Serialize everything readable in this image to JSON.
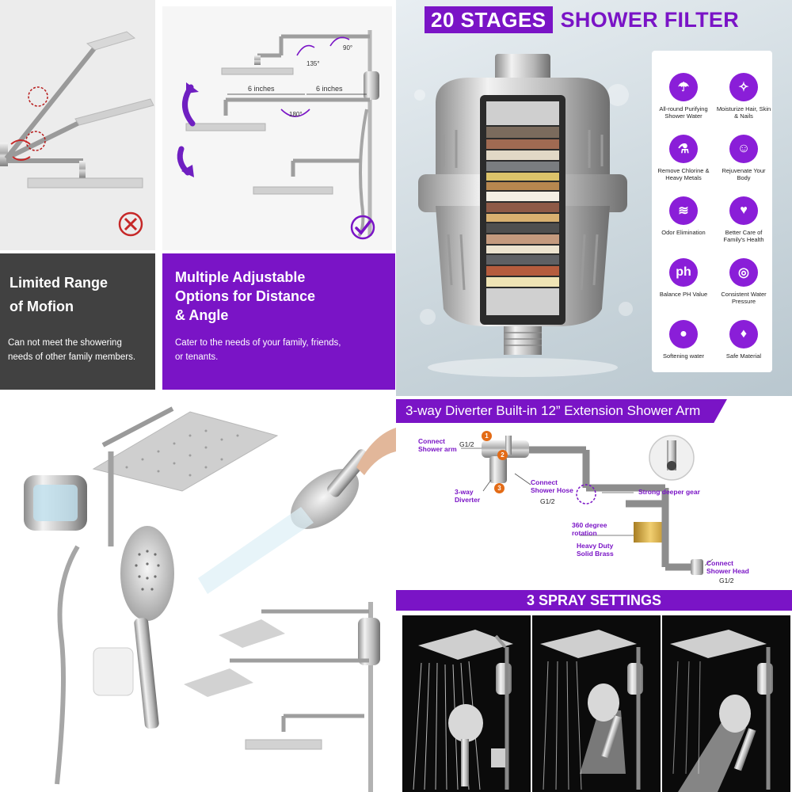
{
  "colors": {
    "accent": "#7a14c6",
    "dark_panel": "#414141",
    "error": "#c62828",
    "brass": "#c9a23a"
  },
  "comparison": {
    "limited": {
      "title_line1": "Limited Range",
      "title_line2": "of Mofion",
      "desc_line1": "Can not meet the showering",
      "desc_line2": "needs of other family members.",
      "status_icon": "x-circle-icon"
    },
    "multi": {
      "title_line1": "Multiple Adjustable",
      "title_line2": "Options for Distance",
      "title_line3": "& Angle",
      "desc_line1": "Cater to the needs of your family, friends,",
      "desc_line2": "or tenants.",
      "status_icon": "check-circle-icon",
      "dim_a": "6 inches",
      "dim_b": "6 inches",
      "angle_a": "135°",
      "angle_b": "90°",
      "angle_c": "180°"
    }
  },
  "filter": {
    "title_highlight": "20 STAGES",
    "title_rest": "SHOWER FILTER",
    "features": [
      {
        "label": "All-round Purifying Shower Water",
        "icon": "shower-drop-icon"
      },
      {
        "label": "Moisturize Hair, Skin & Nails",
        "icon": "face-sparkle-icon"
      },
      {
        "label": "Remove Chlorine & Heavy Metals",
        "icon": "flask-icon"
      },
      {
        "label": "Rejuvenate Your Body",
        "icon": "face-icon"
      },
      {
        "label": "Odor Elimination",
        "icon": "nose-icon"
      },
      {
        "label": "Better Care of Family's Health",
        "icon": "heart-family-icon"
      },
      {
        "label": "Balance PH Value",
        "icon": "ph-drop-icon",
        "glyph": "ph"
      },
      {
        "label": "Consistent Water Pressure",
        "icon": "gauge-icon"
      },
      {
        "label": "Softening water",
        "icon": "water-drop-icon"
      },
      {
        "label": "Safe Material",
        "icon": "shield-hands-icon"
      }
    ]
  },
  "diverter": {
    "banner": "3-way Diverter Built-in 12” Extension Shower Arm",
    "thread_in": "G1/2",
    "connect_arm": "Connect Shower arm",
    "connect_arm_l1": "Connect",
    "connect_arm_l2": "Shower arm",
    "diverter_l1": "3-way",
    "diverter_l2": "Diverter",
    "hose_l1": "Connect",
    "hose_l2": "Shower Hose",
    "thread_hose": "G1/2",
    "gear": "Strong deeper gear",
    "rotation_l1": "360 degree",
    "rotation_l2": "rotation",
    "brass_l1": "Heavy Duty",
    "brass_l2": "Solid Brass",
    "head_l1": "Connect",
    "head_l2": "Shower Head",
    "thread_head": "G1/2",
    "numbers": [
      "1",
      "2",
      "3"
    ]
  },
  "spray": {
    "banner": "3 SPRAY SETTINGS"
  }
}
